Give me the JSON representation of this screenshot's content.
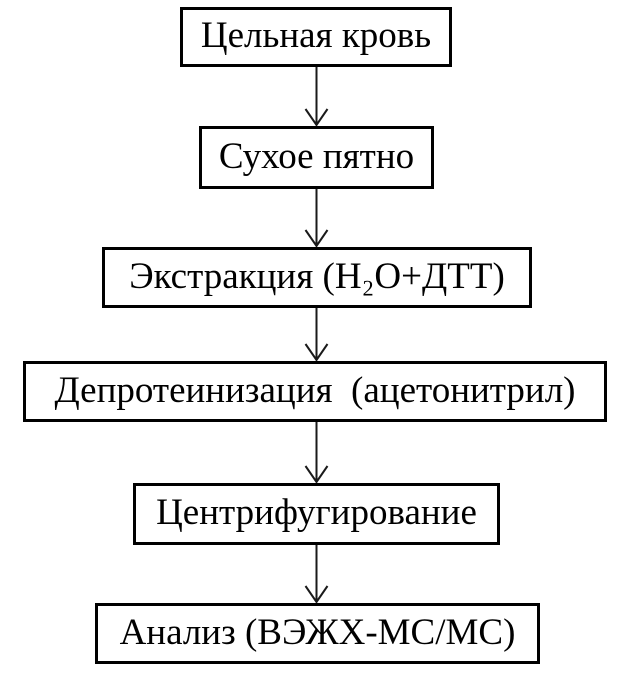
{
  "diagram": {
    "type": "flowchart",
    "direction": "top-down",
    "background_color": "#ffffff",
    "box_border_color": "#000000",
    "text_color": "#000000",
    "arrow_color": "#1a1a1a",
    "nodes": [
      {
        "id": "whole-blood",
        "label": "Цельная кровь"
      },
      {
        "id": "dried-spot",
        "label": "Сухое пятно"
      },
      {
        "id": "extraction",
        "label": "Экстракция (Н₂О+ДТТ)"
      },
      {
        "id": "deproteinization",
        "label": "Депротеинизация  (ацетонитрил)"
      },
      {
        "id": "centrifugation",
        "label": "Центрифугирование"
      },
      {
        "id": "analysis",
        "label": "Анализ (ВЭЖХ-МС/МС)"
      }
    ],
    "edges": [
      {
        "from": "whole-blood",
        "to": "dried-spot"
      },
      {
        "from": "dried-spot",
        "to": "extraction"
      },
      {
        "from": "extraction",
        "to": "deproteinization"
      },
      {
        "from": "deproteinization",
        "to": "centrifugation"
      },
      {
        "from": "centrifugation",
        "to": "analysis"
      }
    ]
  }
}
